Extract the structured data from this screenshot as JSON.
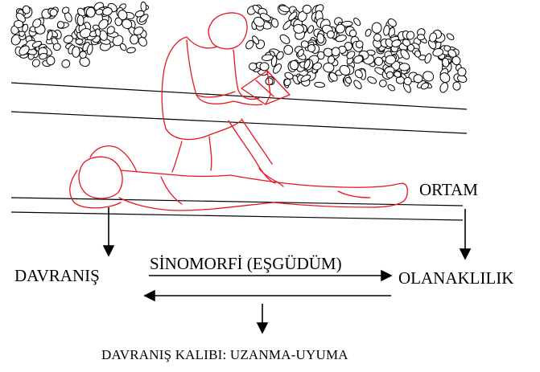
{
  "labels": {
    "environment": "ORTAM",
    "behavior": "DAVRANIŞ",
    "synomorphy": "SİNOMORFİ (EŞGÜDÜM)",
    "possibility": "OLANAKLILIK",
    "behavior_pattern": "DAVRANIŞ KALIBI: UZANMA-UYUMA"
  },
  "colors": {
    "figure_outline": "#e8141e",
    "ink": "#000000"
  },
  "icons": {
    "bushes": "shrub-cluster",
    "figures": "reclining-and-sitting-people"
  }
}
